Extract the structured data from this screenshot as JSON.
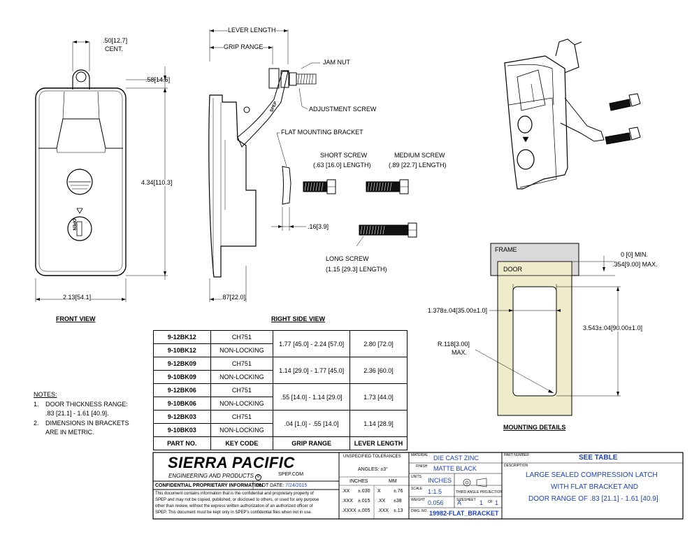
{
  "front_view": {
    "title": "FRONT VIEW",
    "dim_cent_value": ".50",
    "dim_cent_metric": "12.7",
    "dim_cent_label": "CENT.",
    "dim_top": ".58",
    "dim_top_metric": "14.6",
    "dim_height": "4.34",
    "dim_height_metric": "110.3",
    "dim_width": "2.13",
    "dim_width_metric": "54.1",
    "button_text": "OPEN"
  },
  "right_side_view": {
    "title": "RIGHT SIDE VIEW",
    "lever_length": "LEVER LENGTH",
    "grip_range": "GRIP RANGE",
    "jam_nut": "JAM NUT",
    "adjustment_screw": "ADJUSTMENT SCREW",
    "flat_mounting_bracket": "FLAT MOUNTING BRACKET",
    "short_screw": "SHORT SCREW",
    "short_screw_len": "(.63 [16.0] LENGTH)",
    "medium_screw": "MEDIUM SCREW",
    "medium_screw_len": "(.89 [22.7] LENGTH)",
    "long_screw": "LONG SCREW",
    "long_screw_len": "(1.15 [29.3] LENGTH)",
    "dim_thickness": ".16",
    "dim_thickness_metric": "3.9",
    "dim_depth": ".87",
    "dim_depth_metric": "22.0",
    "lever_marking": "SPEP"
  },
  "mounting": {
    "title": "MOUNTING DETAILS",
    "frame": "FRAME",
    "door": "DOOR",
    "gap_min": "0 [0] MIN.",
    "gap_max": ".354",
    "gap_max_metric": "9.00",
    "gap_max_suffix": "MAX.",
    "cut_width": "1.378±.04",
    "cut_width_metric": "35.00±1.0",
    "cut_height": "3.543±.04",
    "cut_height_metric": "90.00±1.0",
    "radius": "R.118",
    "radius_metric": "3.00",
    "radius_max": "MAX."
  },
  "notes": {
    "heading": "NOTES:",
    "items": [
      {
        "num": "1.",
        "line1": "DOOR THICKNESS RANGE:",
        "line2": ".83 [21.1] - 1.61 [40.9]."
      },
      {
        "num": "2.",
        "line1": "DIMENSIONS IN BRACKETS",
        "line2": "ARE IN METRIC."
      }
    ]
  },
  "parts_table": {
    "headers": [
      "PART NO.",
      "KEY CODE",
      "GRIP RANGE",
      "LEVER LENGTH"
    ],
    "groups": [
      {
        "rows": [
          {
            "part": "9-12BK12",
            "key": "CH751"
          },
          {
            "part": "9-10BK12",
            "key": "NON-LOCKING"
          }
        ],
        "grip": "1.77 [45.0] - 2.24 [57.0]",
        "lever": "2.80 [72.0]"
      },
      {
        "rows": [
          {
            "part": "9-12BK09",
            "key": "CH751"
          },
          {
            "part": "9-10BK09",
            "key": "NON-LOCKING"
          }
        ],
        "grip": "1.14 [29.0] - 1.77 [45.0]",
        "lever": "2.36 [60.0]"
      },
      {
        "rows": [
          {
            "part": "9-12BK06",
            "key": "CH751"
          },
          {
            "part": "9-10BK06",
            "key": "NON-LOCKING"
          }
        ],
        "grip": ".55 [14.0] - 1.14 [29.0]",
        "lever": "1.73 [44.0]"
      },
      {
        "rows": [
          {
            "part": "9-12BK03",
            "key": "CH751"
          },
          {
            "part": "9-10BK03",
            "key": "NON-LOCKING"
          }
        ],
        "grip": ".04 [1.0] - .55 [14.0]",
        "lever": "1.14 [28.9]"
      }
    ]
  },
  "title_block": {
    "company": "SIERRA PACIFIC",
    "company_sub": "ENGINEERING AND PRODUCTS",
    "registered": "R",
    "website": "SPEP.COM",
    "confidential": "CONFIDENTIAL PROPRIETARY INFORMATION",
    "plot_date_label": "PLOT DATE:",
    "plot_date": "7/24/2015",
    "disclaimer": [
      "This document contains information that is the confidential and proprietary property of",
      "SPEP and may not be copied, published, or disclosed to others, or used for any purpose",
      "other than review, without the express written authorization of an authorized officer of",
      "SPEP. This document must be kept only in SPEP's confidential files when not in use."
    ],
    "tolerances_label": "UNSPECIFIED TOLERANCES",
    "angles": "ANGLES: ±3°",
    "inches_label": "INCHES",
    "mm_label": "MM",
    "tol_inches": [
      {
        "k": ".XX",
        "v": "±.030"
      },
      {
        "k": ".XXX",
        "v": "±.015"
      },
      {
        "k": ".XXXX",
        "v": "±.005"
      }
    ],
    "tol_mm": [
      {
        "k": "X",
        "v": "±.76"
      },
      {
        "k": ".XX",
        "v": "±38"
      },
      {
        "k": ".XXX",
        "v": "±.13"
      }
    ],
    "material_label": "MATERIAL",
    "material": "DIE CAST ZINC",
    "finish_label": "FINISH",
    "finish": "MATTE BLACK",
    "units_label": "UNITS",
    "units": "INCHES",
    "scale_label": "SCALE",
    "scale": "1:1.5",
    "projection_label": "THIRD ANGLE PROJECTION",
    "weight_label": "WEIGHT",
    "weight": "0.056",
    "size_label": "SIZE",
    "size": "A",
    "sheet_label": "SHEET",
    "sheet": "1",
    "of_label": "OF",
    "of": "1",
    "dwg_label": "DWG. NO.",
    "dwg": "19982-FLAT_BRACKET",
    "partnumber_label": "PART NUMBER",
    "partnumber": "SEE TABLE",
    "description_label": "DESCRIPTION",
    "description": [
      "LARGE SEALED COMPRESSION LATCH",
      "WITH FLAT BRACKET AND",
      "DOOR RANGE OF .83 [21.1] - 1.61 [40.9]"
    ]
  },
  "colors": {
    "blue_text": "#1a3fc4",
    "frame_fill": "#d9d9d9",
    "door_fill": "#efeccb"
  }
}
